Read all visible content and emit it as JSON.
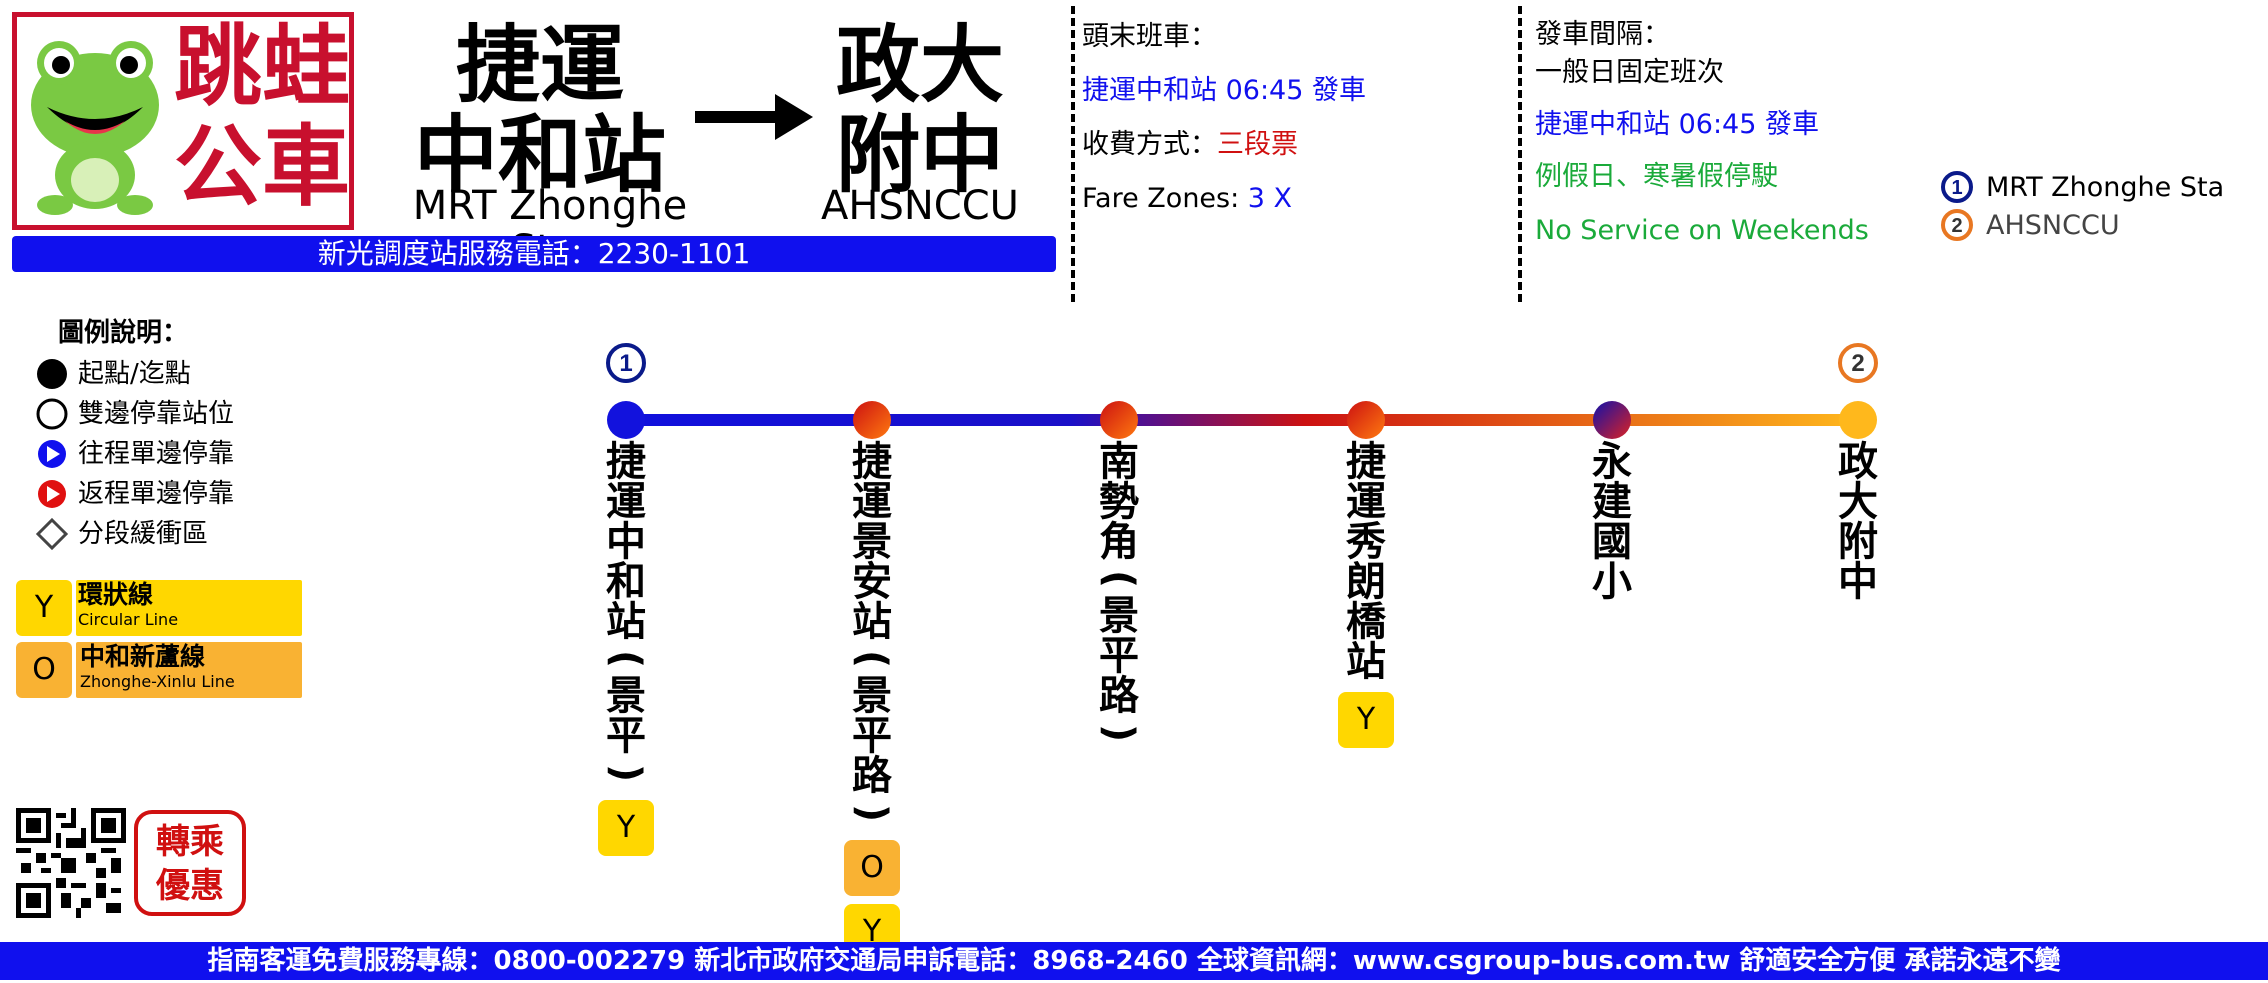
{
  "logo": {
    "brand_text": "跳蛙公車"
  },
  "route": {
    "origin_zh_line1": "捷運",
    "origin_zh_line2": "中和站",
    "origin_en": "MRT Zhonghe Sta.",
    "destination_zh_line1": "政大",
    "destination_zh_line2": "附中",
    "destination_en": "AHSNCCU"
  },
  "hotline": "新光調度站服務電話：2230-1101",
  "schedule": {
    "first_last_label": "頭末班車：",
    "first_last_value": "捷運中和站 06:45 發車",
    "fare_label": "收費方式：",
    "fare_value": "三段票",
    "fare_zones_label": "Fare Zones: ",
    "fare_zones_value": "3 X",
    "interval_label": "發車間隔：",
    "interval_weekday": "一般日固定班次",
    "interval_value": "捷運中和站 06:45 發車",
    "no_service_zh": "例假日、寒暑假停駛",
    "no_service_en": "No Service on Weekends"
  },
  "terminals": [
    {
      "num": "1",
      "name": "MRT Zhonghe Sta",
      "color": "#0a1a8a"
    },
    {
      "num": "2",
      "name": "AHSNCCU",
      "color": "#e87722"
    }
  ],
  "legend": {
    "title": "圖例說明：",
    "items": [
      {
        "icon": "filled-circle-icon",
        "label": "起點/迄點"
      },
      {
        "icon": "hollow-circle-icon",
        "label": "雙邊停靠站位"
      },
      {
        "icon": "blue-arrow-circle-icon",
        "label": "往程單邊停靠"
      },
      {
        "icon": "red-arrow-circle-icon",
        "label": "返程單邊停靠"
      },
      {
        "icon": "diamond-icon",
        "label": "分段緩衝區"
      }
    ],
    "lines": [
      {
        "code": "Y",
        "name_zh": "環狀線",
        "name_en": "Circular Line",
        "color": "#ffd700"
      },
      {
        "code": "O",
        "name_zh": "中和新蘆線",
        "name_en": "Zhonghe-Xinlu Line",
        "color": "#f9b233"
      }
    ]
  },
  "transfer_badge": {
    "line1": "轉乘",
    "line2": "優惠"
  },
  "stops": [
    {
      "name": "捷運中和站(景平)",
      "terminal": "1",
      "badges": [
        "Y"
      ]
    },
    {
      "name": "捷運景安站(景平路)",
      "terminal": "",
      "badges": [
        "O",
        "Y"
      ]
    },
    {
      "name": "南勢角(景平路)",
      "terminal": "",
      "badges": []
    },
    {
      "name": "捷運秀朗橋站",
      "terminal": "",
      "badges": [
        "Y"
      ]
    },
    {
      "name": "永建國小",
      "terminal": "",
      "badges": []
    },
    {
      "name": "政大附中",
      "terminal": "2",
      "badges": []
    }
  ],
  "colors": {
    "route_start": "#1010dd",
    "route_mid": "#cc1111",
    "route_end": "#ffb81c",
    "brand_red": "#c8102e",
    "bar_blue": "#1010ee"
  },
  "footer": "指南客運免費服務專線：0800-002279 新北市政府交通局申訴電話：8968-2460 全球資訊網：www.csgroup-bus.com.tw 舒適安全方便 承諾永遠不變"
}
